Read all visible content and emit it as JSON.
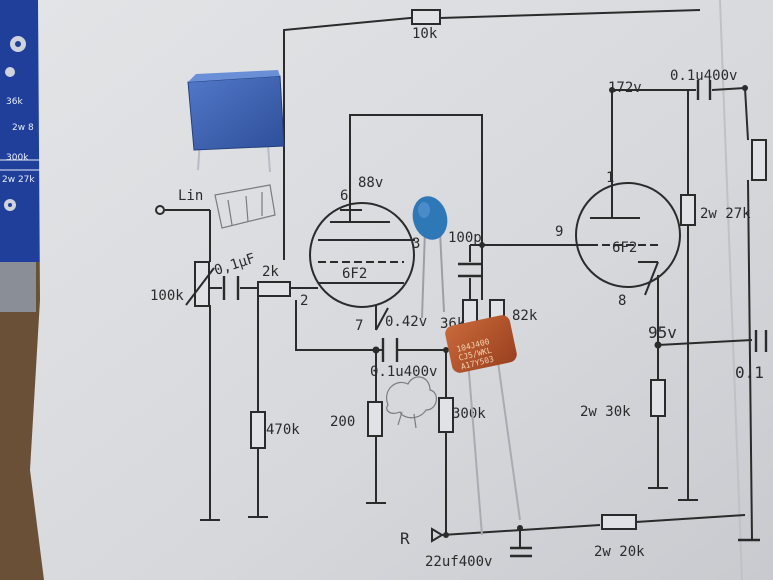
{
  "schematic": {
    "labels": {
      "r_top": "10k",
      "b_plus": "172v",
      "cap_top": "0.1u400v",
      "in": "Lin",
      "hand_cap": "0,1µF",
      "pot": "100k",
      "r_grid": "2k",
      "pin6": "6",
      "v88": "88v",
      "pin3": "3",
      "tube1": "6F2",
      "pin2": "2",
      "pin7": "7",
      "v042": "0.42v",
      "cap_mid": "0.1u400v",
      "c100p": "100p",
      "r36k": "36k",
      "r82k": "82k",
      "r470k": "470k",
      "r200": "200",
      "r300k": "300k",
      "pin9": "9",
      "pin1": "1",
      "tube2": "6F2",
      "pin8": "8",
      "r27k": "2w 27k",
      "v95": "95v",
      "cap_right": "0.1",
      "r30k": "2w 30k",
      "r_right": "R",
      "c22u": "22uf400v",
      "r20k": "2w 20k"
    },
    "board_labels": [
      "36k",
      "2w 8",
      "300k",
      "2w 27k"
    ],
    "component_print": [
      "104J400",
      "CJ5/WKL",
      "A17Y503"
    ]
  },
  "colors": {
    "paper": "#d9dbe0",
    "ink": "#2b2b2b",
    "blue_cap": "#3a62b8",
    "ceramic_cap": "#2f78b8",
    "film_cap": "#b8552c",
    "pcb": "#1f3f9a",
    "wood": "#6b5038"
  }
}
